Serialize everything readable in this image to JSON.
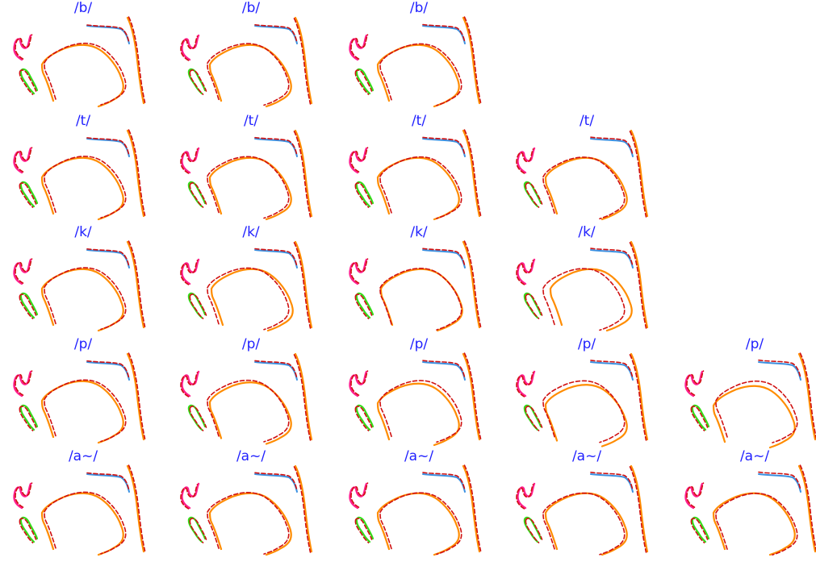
{
  "figure": {
    "rows": [
      {
        "label": "/b/",
        "count": 3
      },
      {
        "label": "/t/",
        "count": 4
      },
      {
        "label": "/k/",
        "count": 4
      },
      {
        "label": "/p/",
        "count": 5
      },
      {
        "label": "/a~/",
        "count": 5
      }
    ],
    "colors": {
      "upper_lip": "#ff1f8e",
      "lower_lip": "#33dd1a",
      "tongue": "#ff8c00",
      "palate": "#3a8fe0",
      "pharynx_wall": "#ff8c00",
      "predicted": "#d01010",
      "title": "#1f1fff"
    }
  }
}
